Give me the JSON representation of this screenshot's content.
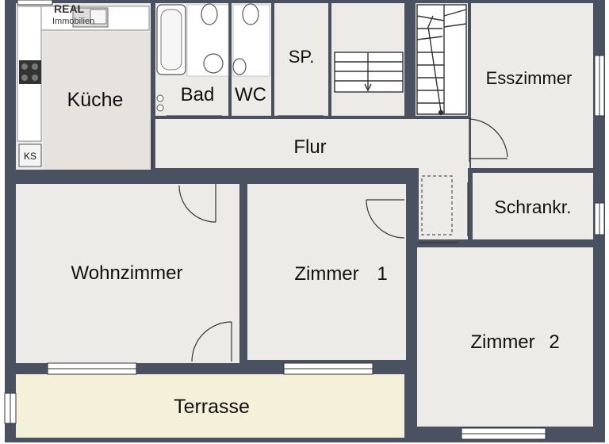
{
  "rooms": {
    "kitchen": "Küche",
    "fridge": "KS",
    "bath": "Bad",
    "wc": "WC",
    "pantry": "SP.",
    "dining": "Esszimmer",
    "hall": "Flur",
    "closet": "Schrankr.",
    "living": "Wohnzimmer",
    "room1": "Zimmer",
    "room1_num": "1",
    "room2": "Zimmer",
    "room2_num": "2",
    "terrace": "Terrasse"
  },
  "watermark": {
    "line1": "REAL",
    "line2": "Immobilien"
  },
  "colors": {
    "wall": "#4a5160",
    "floor": "#ecebe8",
    "terrace": "#f5f0d9",
    "tile": "#e6e3de",
    "window": "#ffffff",
    "door": "#333333"
  }
}
